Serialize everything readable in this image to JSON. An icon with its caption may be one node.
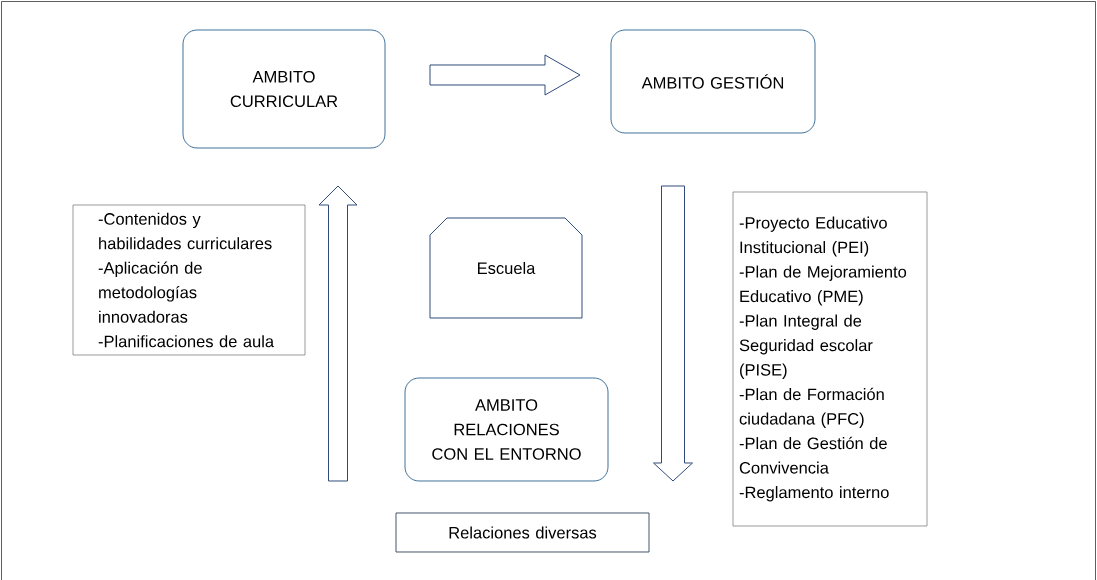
{
  "diagram": {
    "nodes": [
      {
        "text": [
          "AMBITO CURRICULAR"
        ]
      },
      {
        "text": [
          "AMBITO GESTIÓN"
        ]
      },
      {
        "text": [
          "-Contenidos y habilidades curriculares",
          "-Aplicación de metodologías innovadoras",
          "-Planificaciones de aula"
        ]
      },
      {
        "text": [
          "Escuela"
        ]
      },
      {
        "text": [
          "-Proyecto Educativo Institucional (PEI)",
          "-Plan de Mejoramiento Educativo (PME)",
          "-Plan Integral de Seguridad escolar (PISE)",
          "-Plan de Formación ciudadana (PFC)",
          "-Plan de Gestión de Convivencia",
          "-Reglamento interno"
        ]
      },
      {
        "text": [
          "AMBITO RELACIONES CON EL ENTORNO"
        ]
      },
      {
        "text": [
          "Relaciones diversas"
        ]
      }
    ],
    "edges": [
      {
        "from": 0,
        "to": 1,
        "arrow": "to"
      },
      {
        "from": 1,
        "to": 5,
        "arrow": "to"
      },
      {
        "from": 5,
        "to": 0,
        "arrow": "to"
      }
    ]
  }
}
